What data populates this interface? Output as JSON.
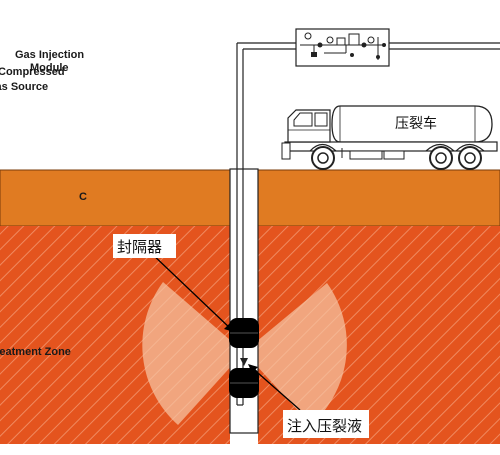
{
  "labels": {
    "gas_injection_line1": "Gas Injection",
    "gas_injection_line2": "Module",
    "compressed_line1": "Compressed",
    "compressed_line2": "Gas Source",
    "cap_layer": "C",
    "treatment_zone": "Treatment Zone",
    "truck_label": "压裂车",
    "packer_label": "封隔器",
    "fluid_label": "注入压裂液"
  },
  "colors": {
    "cap_rock": "#e07b22",
    "treatment_zone": "#e4541e",
    "hatch": "#f08a60",
    "fan": "#f6c7a6",
    "packer": "#000000",
    "line": "#222222"
  }
}
